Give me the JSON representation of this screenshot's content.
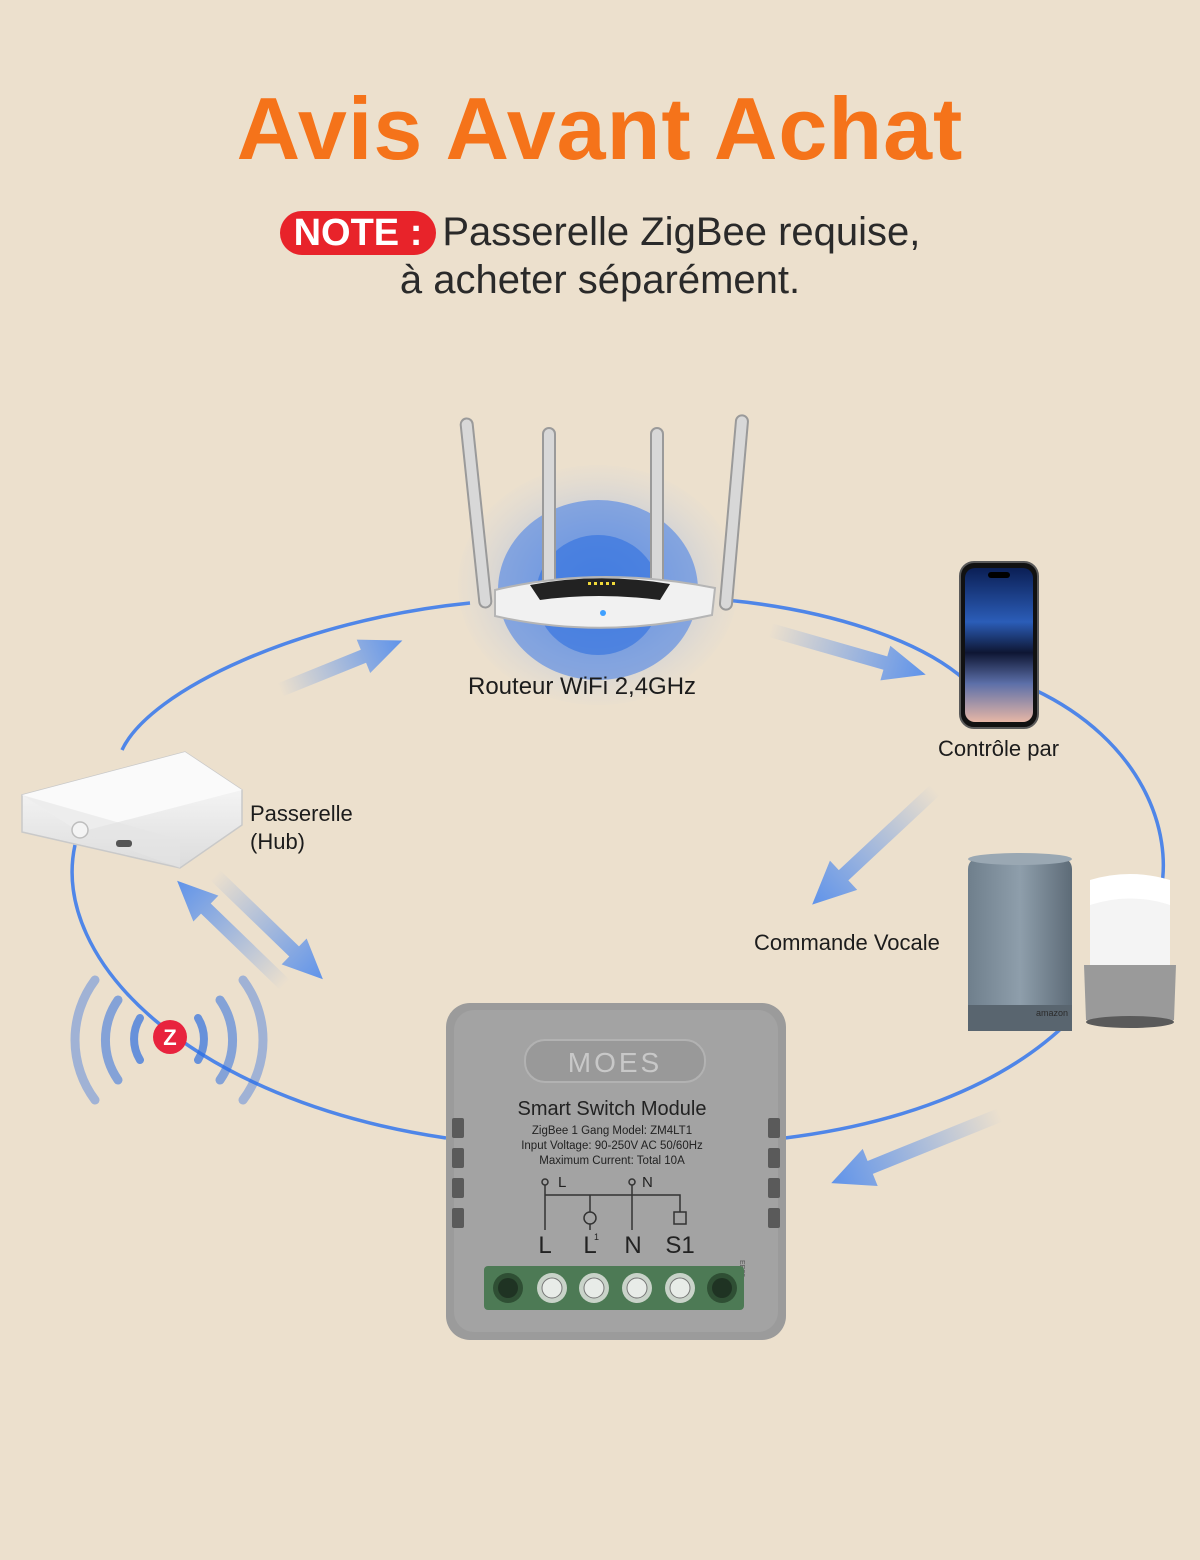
{
  "title": "Avis Avant Achat",
  "note": {
    "badge": "NOTE :",
    "line1": "Passerelle ZigBee requise,",
    "line2": "à acheter séparément."
  },
  "labels": {
    "router": "Routeur WiFi 2,4GHz",
    "phone": "Contrôle par",
    "hub_line1": "Passerelle",
    "hub_line2": "(Hub)",
    "voice": "Commande Vocale"
  },
  "module": {
    "brand": "MOES",
    "name": "Smart Switch Module",
    "spec1": "ZigBee 1 Gang Model: ZM4LT1",
    "spec2": "Input Voltage: 90-250V AC 50/60Hz",
    "spec3": "Maximum Current: Total 10A",
    "wire_top_L": "L",
    "wire_top_N": "N",
    "terminals": [
      "L",
      "L",
      "N",
      "S1"
    ],
    "terminal_sub": "1",
    "code": "EE23"
  },
  "speakers": {
    "brand": "amazon"
  },
  "zigbee": {
    "icon_letter": "Z"
  },
  "colors": {
    "title": "#f5731a",
    "badge": "#e8232a",
    "background": "#ece0cd",
    "link_line": "#4f86e8",
    "arrow": "#5f93ea"
  }
}
